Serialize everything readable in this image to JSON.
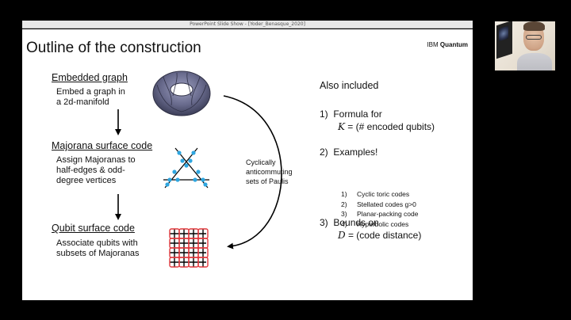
{
  "window": {
    "title": "PowerPoint Slide Show - [Yoder_Benasque_2020]"
  },
  "slide": {
    "title": "Outline of the construction",
    "logo": {
      "brand": "IBM",
      "product": "Quantum"
    },
    "steps": [
      {
        "title": "Embedded graph",
        "desc_lines": [
          "Embed a graph in",
          "a 2d-manifold"
        ]
      },
      {
        "title": "Majorana surface code",
        "desc_lines": [
          "Assign Majoranas to",
          "half-edges & odd-",
          "degree vertices"
        ]
      },
      {
        "title": "Qubit surface code",
        "desc_lines": [
          "Associate qubits with",
          "subsets of Majoranas"
        ]
      }
    ],
    "curve_label_lines": [
      "Cyclically",
      "anticommuting",
      "sets of Paulis"
    ],
    "right": {
      "heading": "Also included",
      "item1": {
        "num": "1)",
        "line1": "Formula for",
        "var": "K",
        "line2_rest": " = (# encoded qubits)"
      },
      "item2": {
        "num": "2)",
        "line1": "Examples!",
        "subitems": [
          {
            "n": "1)",
            "text": "Cyclic toric codes"
          },
          {
            "n": "2)",
            "text": "Stellated codes g>0"
          },
          {
            "n": "3)",
            "text": "Planar-packing code"
          },
          {
            "n": "4)",
            "text": "Hyperbolic codes"
          }
        ]
      },
      "item3": {
        "num": "3)",
        "line1": "Bounds on",
        "var": "D",
        "line2_rest": " = (code distance)"
      }
    }
  },
  "colors": {
    "majorana": "#2ea6e0",
    "grid_red": "#e0383c",
    "torus": "#5d5f80"
  }
}
